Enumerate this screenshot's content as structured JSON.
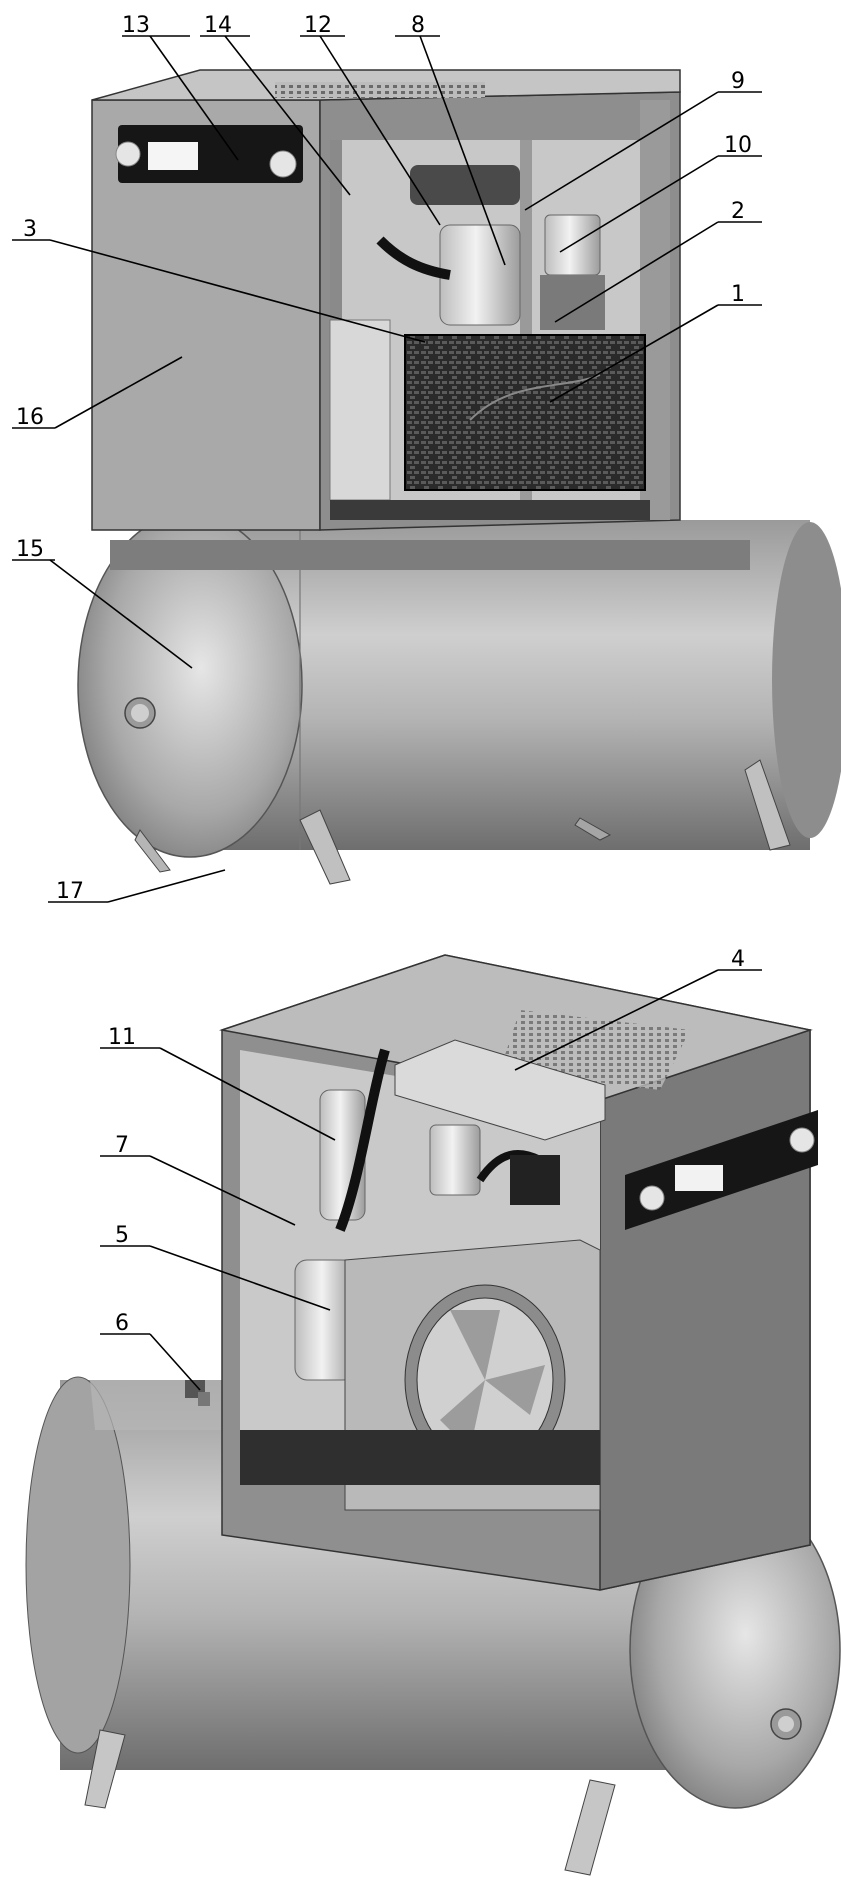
{
  "figure": {
    "top_view_callouts": [
      {
        "id": "c13",
        "label": "13"
      },
      {
        "id": "c14",
        "label": "14"
      },
      {
        "id": "c12",
        "label": "12"
      },
      {
        "id": "c8",
        "label": "8"
      },
      {
        "id": "c9",
        "label": "9"
      },
      {
        "id": "c10",
        "label": "10"
      },
      {
        "id": "c2",
        "label": "2"
      },
      {
        "id": "c3",
        "label": "3"
      },
      {
        "id": "c1",
        "label": "1"
      },
      {
        "id": "c16",
        "label": "16"
      },
      {
        "id": "c15",
        "label": "15"
      },
      {
        "id": "c17",
        "label": "17"
      }
    ],
    "bottom_view_callouts": [
      {
        "id": "c4",
        "label": "4"
      },
      {
        "id": "c11",
        "label": "11"
      },
      {
        "id": "c7",
        "label": "7"
      },
      {
        "id": "c5",
        "label": "5"
      },
      {
        "id": "c6",
        "label": "6"
      }
    ]
  }
}
